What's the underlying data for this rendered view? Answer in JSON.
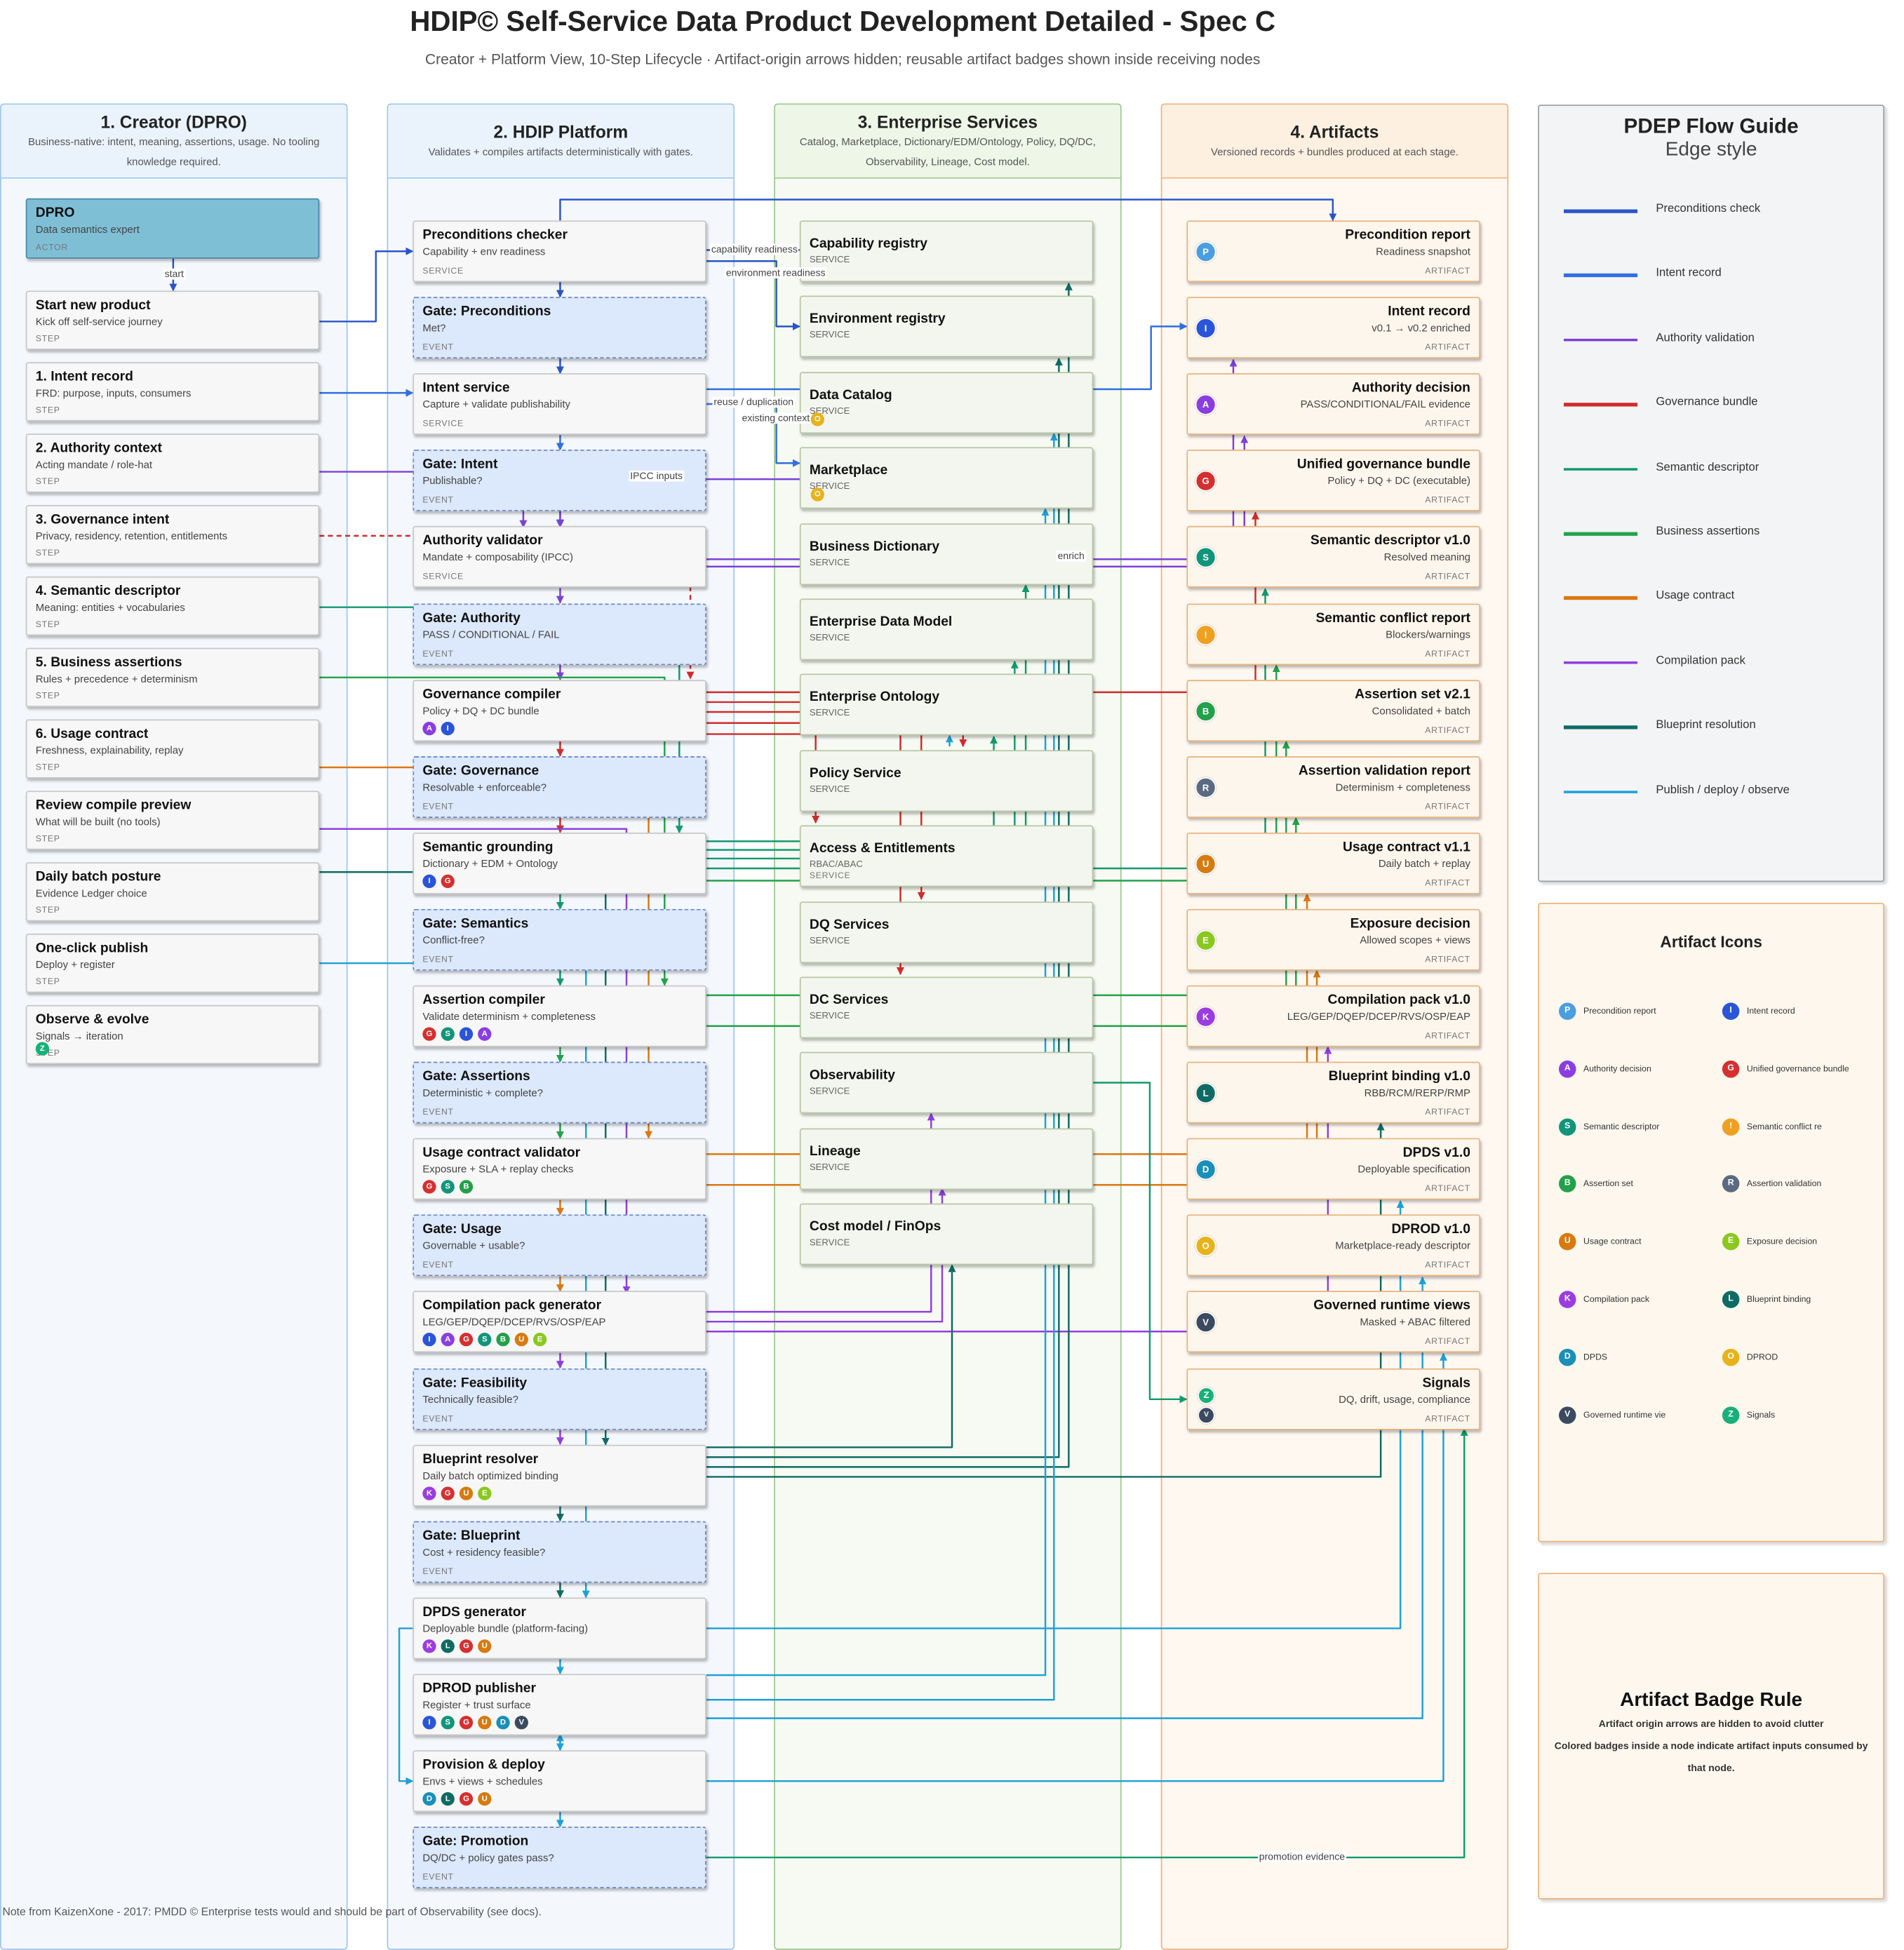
{
  "header": {
    "title": "HDIP© Self-Service Data Product Development Detailed - Spec C",
    "subtitle": "Creator + Platform View, 10-Step Lifecycle · Artifact-origin arrows hidden; reusable artifact badges shown inside receiving nodes"
  },
  "lanes": [
    {
      "title": "1. Creator (DPRO)",
      "desc": "Business-native: intent, meaning, assertions, usage. No tooling knowledge required."
    },
    {
      "title": "2. HDIP Platform",
      "desc": "Validates + compiles artifacts deterministically with gates."
    },
    {
      "title": "3. Enterprise Services",
      "desc": "Catalog, Marketplace, Dictionary/EDM/Ontology, Policy, DQ/DC, Observability, Lineage, Cost model."
    },
    {
      "title": "4. Artifacts",
      "desc": "Versioned records + bundles produced at each stage."
    }
  ],
  "creator_nodes": [
    {
      "title": "DPRO",
      "sub": "Data semantics expert",
      "kind": "ACTOR"
    },
    {
      "title": "Start new product",
      "sub": "Kick off self-service journey",
      "kind": "STEP"
    },
    {
      "title": "1. Intent record",
      "sub": "FRD: purpose, inputs, consumers",
      "kind": "STEP"
    },
    {
      "title": "2. Authority context",
      "sub": "Acting mandate / role-hat",
      "kind": "STEP"
    },
    {
      "title": "3. Governance intent",
      "sub": "Privacy, residency, retention, entitlements",
      "kind": "STEP"
    },
    {
      "title": "4. Semantic descriptor",
      "sub": "Meaning: entities + vocabularies",
      "kind": "STEP"
    },
    {
      "title": "5. Business assertions",
      "sub": "Rules + precedence + determinism",
      "kind": "STEP"
    },
    {
      "title": "6. Usage contract",
      "sub": "Freshness, explainability, replay",
      "kind": "STEP"
    },
    {
      "title": "Review compile preview",
      "sub": "What will be built (no tools)",
      "kind": "STEP"
    },
    {
      "title": "Daily batch posture",
      "sub": "Evidence Ledger choice",
      "kind": "STEP"
    },
    {
      "title": "One-click publish",
      "sub": "Deploy + register",
      "kind": "STEP"
    },
    {
      "title": "Observe & evolve",
      "sub": "Signals → iteration",
      "kind": "STEP",
      "badges": [
        "Z"
      ]
    }
  ],
  "platform_nodes": [
    {
      "title": "Preconditions checker",
      "sub": "Capability + env readiness",
      "kind": "SERVICE",
      "gate": false
    },
    {
      "title": "Gate: Preconditions",
      "sub": "Met?",
      "kind": "EVENT",
      "gate": true
    },
    {
      "title": "Intent service",
      "sub": "Capture + validate publishability",
      "kind": "SERVICE",
      "gate": false
    },
    {
      "title": "Gate: Intent",
      "sub": "Publishable?",
      "kind": "EVENT",
      "gate": true
    },
    {
      "title": "Authority validator",
      "sub": "Mandate + composability (IPCC)",
      "kind": "SERVICE",
      "gate": false
    },
    {
      "title": "Gate: Authority",
      "sub": "PASS / CONDITIONAL / FAIL",
      "kind": "EVENT",
      "gate": true
    },
    {
      "title": "Governance compiler",
      "sub": "Policy + DQ + DC bundle",
      "kind": "",
      "gate": false,
      "badges": [
        "A",
        "I"
      ]
    },
    {
      "title": "Gate: Governance",
      "sub": "Resolvable + enforceable?",
      "kind": "EVENT",
      "gate": true
    },
    {
      "title": "Semantic grounding",
      "sub": "Dictionary + EDM + Ontology",
      "kind": "",
      "gate": false,
      "badges": [
        "I",
        "G"
      ]
    },
    {
      "title": "Gate: Semantics",
      "sub": "Conflict-free?",
      "kind": "EVENT",
      "gate": true
    },
    {
      "title": "Assertion compiler",
      "sub": "Validate determinism + completeness",
      "kind": "",
      "gate": false,
      "badges": [
        "G",
        "S",
        "I",
        "A"
      ]
    },
    {
      "title": "Gate: Assertions",
      "sub": "Deterministic + complete?",
      "kind": "EVENT",
      "gate": true
    },
    {
      "title": "Usage contract validator",
      "sub": "Exposure + SLA + replay checks",
      "kind": "",
      "gate": false,
      "badges": [
        "G",
        "S",
        "B"
      ]
    },
    {
      "title": "Gate: Usage",
      "sub": "Governable + usable?",
      "kind": "EVENT",
      "gate": true
    },
    {
      "title": "Compilation pack generator",
      "sub": "LEG/GEP/DQEP/DCEP/RVS/OSP/EAP",
      "kind": "",
      "gate": false,
      "badges": [
        "I",
        "A",
        "G",
        "S",
        "B",
        "U",
        "E"
      ]
    },
    {
      "title": "Gate: Feasibility",
      "sub": "Technically feasible?",
      "kind": "EVENT",
      "gate": true
    },
    {
      "title": "Blueprint resolver",
      "sub": "Daily batch optimized binding",
      "kind": "",
      "gate": false,
      "badges": [
        "K",
        "G",
        "U",
        "E"
      ]
    },
    {
      "title": "Gate: Blueprint",
      "sub": "Cost + residency feasible?",
      "kind": "EVENT",
      "gate": true
    },
    {
      "title": "DPDS generator",
      "sub": "Deployable bundle (platform-facing)",
      "kind": "",
      "gate": false,
      "badges": [
        "K",
        "L",
        "G",
        "U"
      ]
    },
    {
      "title": "DPROD publisher",
      "sub": "Register + trust surface",
      "kind": "",
      "gate": false,
      "badges": [
        "I",
        "S",
        "G",
        "U",
        "D",
        "V"
      ]
    },
    {
      "title": "Provision & deploy",
      "sub": "Envs + views + schedules",
      "kind": "",
      "gate": false,
      "badges": [
        "D",
        "L",
        "G",
        "U"
      ]
    },
    {
      "title": "Gate: Promotion",
      "sub": "DQ/DC + policy gates pass?",
      "kind": "EVENT",
      "gate": true
    }
  ],
  "service_nodes": [
    {
      "title": "Capability registry",
      "sub": "SERVICE"
    },
    {
      "title": "Environment registry",
      "sub": "SERVICE"
    },
    {
      "title": "Data Catalog",
      "sub": "SERVICE",
      "badge": "O"
    },
    {
      "title": "Marketplace",
      "sub": "SERVICE",
      "badge": "O"
    },
    {
      "title": "Business Dictionary",
      "sub": "SERVICE"
    },
    {
      "title": "Enterprise Data Model",
      "sub": "SERVICE"
    },
    {
      "title": "Enterprise Ontology",
      "sub": "SERVICE"
    },
    {
      "title": "Policy Service",
      "sub": "SERVICE"
    },
    {
      "title": "Access & Entitlements",
      "sub": "RBAC/ABAC",
      "kind": "SERVICE"
    },
    {
      "title": "DQ Services",
      "sub": "SERVICE"
    },
    {
      "title": "DC Services",
      "sub": "SERVICE"
    },
    {
      "title": "Observability",
      "sub": "SERVICE"
    },
    {
      "title": "Lineage",
      "sub": "SERVICE"
    },
    {
      "title": "Cost model / FinOps",
      "sub": "SERVICE"
    }
  ],
  "artifact_nodes": [
    {
      "title": "Precondition report",
      "sub": "Readiness snapshot",
      "icon": "P"
    },
    {
      "title": "Intent record",
      "sub": "v0.1 → v0.2 enriched",
      "icon": "I"
    },
    {
      "title": "Authority decision",
      "sub": "PASS/CONDITIONAL/FAIL evidence",
      "icon": "A"
    },
    {
      "title": "Unified governance bundle",
      "sub": "Policy + DQ + DC (executable)",
      "icon": "G"
    },
    {
      "title": "Semantic descriptor v1.0",
      "sub": "Resolved meaning",
      "icon": "S"
    },
    {
      "title": "Semantic conflict report",
      "sub": "Blockers/warnings",
      "icon": "!"
    },
    {
      "title": "Assertion set v2.1",
      "sub": "Consolidated + batch",
      "icon": "B"
    },
    {
      "title": "Assertion validation report",
      "sub": "Determinism + completeness",
      "icon": "R"
    },
    {
      "title": "Usage contract v1.1",
      "sub": "Daily batch + replay",
      "icon": "U"
    },
    {
      "title": "Exposure decision",
      "sub": "Allowed scopes + views",
      "icon": "E"
    },
    {
      "title": "Compilation pack v1.0",
      "sub": "LEG/GEP/DQEP/DCEP/RVS/OSP/EAP",
      "icon": "K"
    },
    {
      "title": "Blueprint binding v1.0",
      "sub": "RBB/RCM/RERP/RMP",
      "icon": "L"
    },
    {
      "title": "DPDS v1.0",
      "sub": "Deployable specification",
      "icon": "D"
    },
    {
      "title": "DPROD v1.0",
      "sub": "Marketplace-ready descriptor",
      "icon": "O"
    },
    {
      "title": "Governed runtime views",
      "sub": "Masked + ABAC filtered",
      "icon": "V"
    },
    {
      "title": "Signals",
      "sub": "DQ, drift, usage, compliance",
      "icon": "Z",
      "icon2": "V"
    }
  ],
  "artifact_kind": "ARTIFACT",
  "guide": {
    "title": "PDEP Flow Guide",
    "subtitle": "Edge style",
    "items": [
      {
        "label": "Preconditions check",
        "color": "#2a55c7"
      },
      {
        "label": "Intent record",
        "color": "#2f6fe0"
      },
      {
        "label": "Authority validation",
        "color": "#7d3fd8"
      },
      {
        "label": "Governance bundle",
        "color": "#d12b2b"
      },
      {
        "label": "Semantic descriptor",
        "color": "#119a6e"
      },
      {
        "label": "Business assertions",
        "color": "#22a24a"
      },
      {
        "label": "Usage contract",
        "color": "#dd7712"
      },
      {
        "label": "Compilation pack",
        "color": "#8e3fe0"
      },
      {
        "label": "Blueprint resolution",
        "color": "#0e6b63"
      },
      {
        "label": "Publish / deploy / observe",
        "color": "#1ea0d8"
      }
    ]
  },
  "icons": {
    "title": "Artifact Icons",
    "items": [
      {
        "letter": "P",
        "label": "Precondition report"
      },
      {
        "letter": "I",
        "label": "Intent record"
      },
      {
        "letter": "A",
        "label": "Authority decision"
      },
      {
        "letter": "G",
        "label": "Unified governance bundle"
      },
      {
        "letter": "S",
        "label": "Semantic descriptor"
      },
      {
        "letter": "!",
        "label": "Semantic conflict re"
      },
      {
        "letter": "B",
        "label": "Assertion set"
      },
      {
        "letter": "R",
        "label": "Assertion validation"
      },
      {
        "letter": "U",
        "label": "Usage contract"
      },
      {
        "letter": "E",
        "label": "Exposure decision"
      },
      {
        "letter": "K",
        "label": "Compilation pack"
      },
      {
        "letter": "L",
        "label": "Blueprint binding"
      },
      {
        "letter": "D",
        "label": "DPDS"
      },
      {
        "letter": "O",
        "label": "DPROD"
      },
      {
        "letter": "V",
        "label": "Governed runtime vie"
      },
      {
        "letter": "Z",
        "label": "Signals"
      }
    ]
  },
  "badge_colors": {
    "P": "#4a9ee0",
    "I": "#2a55d8",
    "A": "#8a3ee0",
    "G": "#d62f2f",
    "S": "#11957a",
    "!": "#f0a020",
    "B": "#22a04a",
    "R": "#5a6a80",
    "U": "#d77a10",
    "E": "#8ac820",
    "K": "#9b3ce0",
    "L": "#0e6b63",
    "D": "#1a8fb8",
    "O": "#e8b21a",
    "V": "#3a4a60",
    "Z": "#18b07a"
  },
  "rule": {
    "title": "Artifact Badge Rule",
    "line1": "Artifact origin arrows are hidden to avoid clutter",
    "line2": "Colored badges inside a node indicate artifact inputs consumed by that node."
  },
  "edge_labels": {
    "start": "start",
    "capability_readiness": "capability readiness",
    "environment_readiness": "environment readiness",
    "reuse": "reuse / duplication",
    "existing_context": "existing context",
    "ipcc_inputs": "IPCC inputs",
    "enrich": "enrich",
    "promotion_evidence": "promotion evidence"
  },
  "note": "Note from KaizenXone - 2017: PMDD © Enterprise tests would and should be part of Observability (see docs)."
}
